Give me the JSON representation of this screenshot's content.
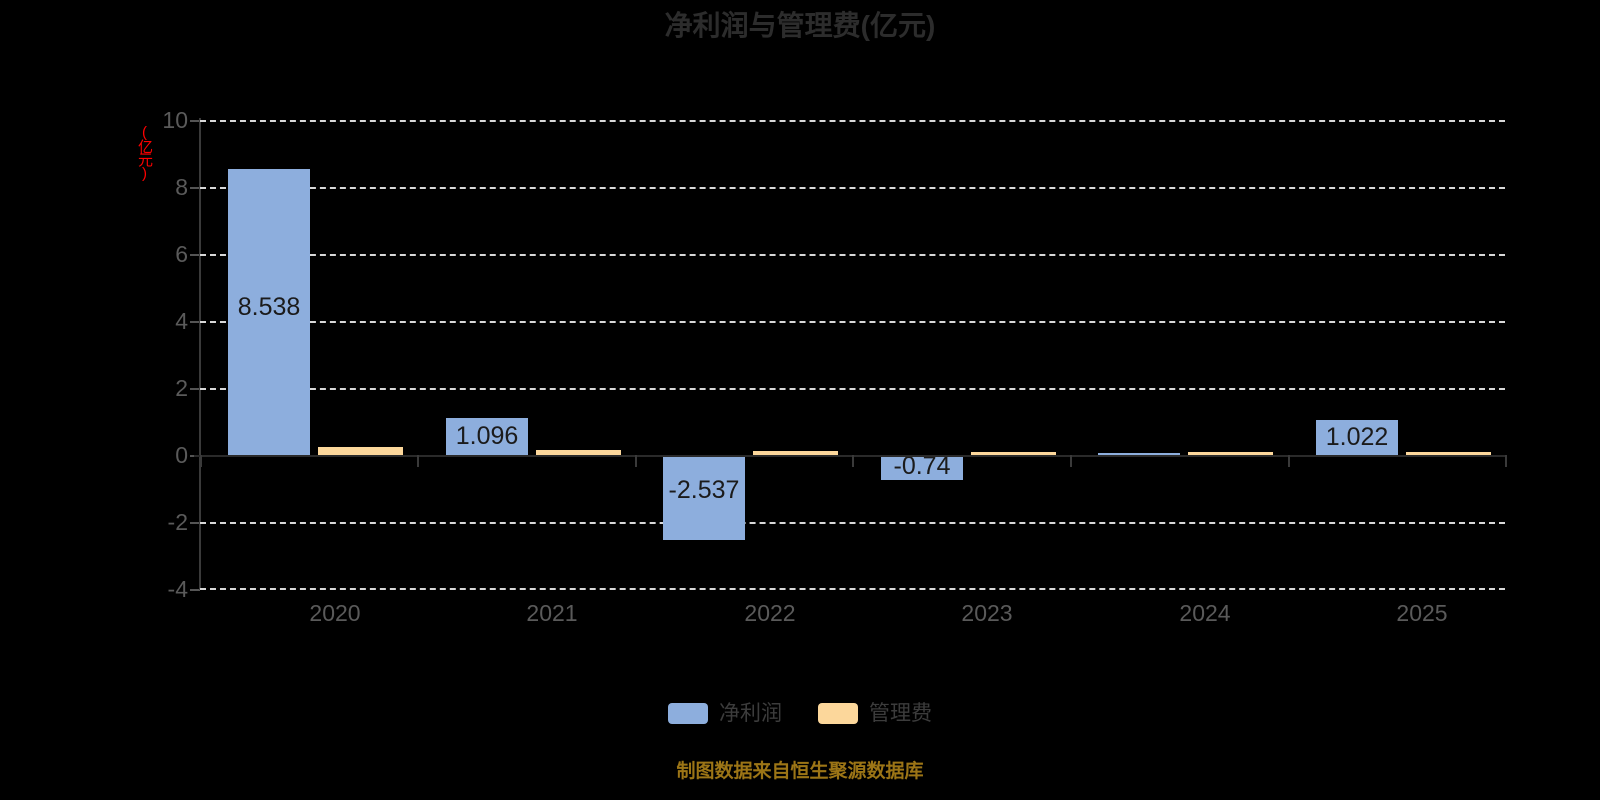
{
  "chart_data": {
    "type": "bar",
    "title": "净利润与管理费(亿元)",
    "xlabel": "",
    "ylabel": "(亿元)",
    "ylim": [
      -4,
      10
    ],
    "yticks": [
      10,
      8,
      6,
      4,
      2,
      0,
      -2,
      -4
    ],
    "ytick_labels": [
      "10",
      "8",
      "6",
      "4",
      "2",
      "0",
      "-2",
      "-4"
    ],
    "grid": true,
    "legend_position": "bottom",
    "categories": [
      "2020",
      "2021",
      "2022",
      "2023",
      "2024",
      "2025"
    ],
    "series": [
      {
        "name": "净利润",
        "color": "#8daedd",
        "values": [
          8.538,
          1.096,
          -2.537,
          -0.74,
          0.04,
          1.022
        ],
        "labels": [
          "8.538",
          "1.096",
          "-2.537",
          "-0.74",
          "",
          "1.022"
        ]
      },
      {
        "name": "管理费",
        "color": "#fcd79b",
        "values": [
          0.25,
          0.13,
          0.1,
          0.09,
          0.08,
          0.07
        ],
        "labels": [
          "",
          "",
          "",
          "",
          "",
          ""
        ]
      }
    ]
  },
  "footer": {
    "note": "制图数据来自恒生聚源数据库",
    "color": "#9c7516"
  },
  "colors": {
    "net_profit": "#8daedd",
    "admin_expense": "#fcd79b",
    "axis_unit": "#ff0000",
    "background": "#000000",
    "title": "#2c2c2c"
  }
}
